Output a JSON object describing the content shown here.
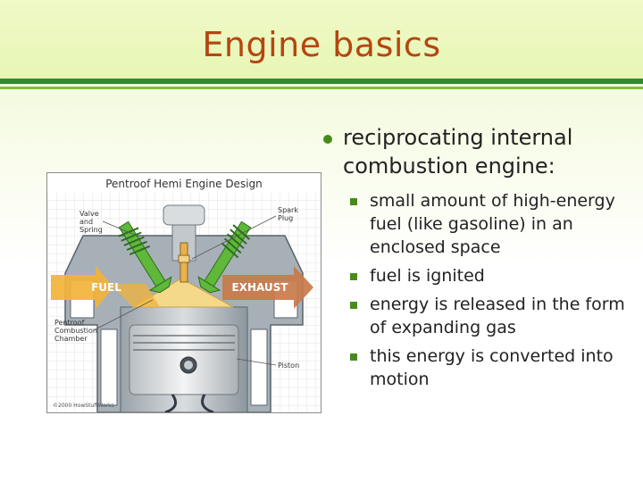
{
  "slide": {
    "title": "Engine basics"
  },
  "diagram": {
    "title": "Pentroof Hemi Engine Design",
    "labels": {
      "valve_spring": [
        "Valve",
        "and",
        "Spring"
      ],
      "spark_plug": [
        "Spark",
        "Plug"
      ],
      "fuel": "FUEL",
      "exhaust": "EXHAUST",
      "chamber": [
        "Pentroof",
        "Combustion",
        "Chamber"
      ],
      "piston": "Piston",
      "credit": "©2000 HowStuffWorks"
    }
  },
  "bullets": {
    "main": "reciprocating internal combustion engine:",
    "sub": [
      "small amount of high-energy fuel (like gasoline) in an enclosed space",
      "fuel is ignited",
      "energy is released in the form of expanding gas",
      "this energy is converted into motion"
    ]
  },
  "colors": {
    "title": "#b5460f",
    "rule_dark": "#2f8a2f",
    "rule_light": "#7fbf3f",
    "bullet": "#4a8a1c",
    "fuel_arrow": "#f2b33a",
    "exhaust_arrow": "#c97a4a"
  }
}
